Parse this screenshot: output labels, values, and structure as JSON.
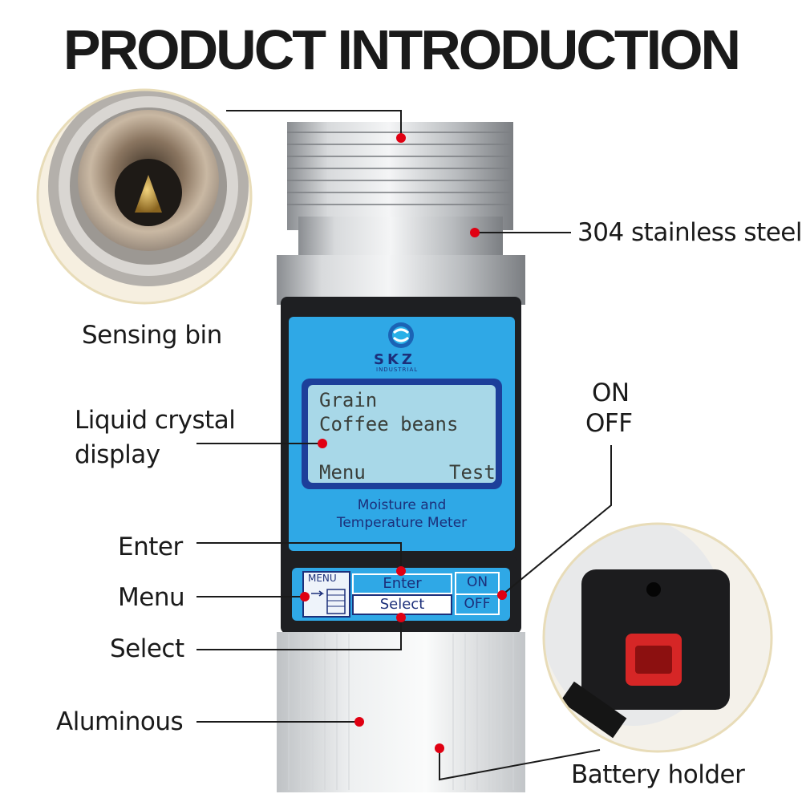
{
  "title": "PRODUCT INTRODUCTION",
  "brand": {
    "name": "SKZ",
    "sub": "INDUSTRIAL"
  },
  "lcd": {
    "line1": "Grain",
    "line2": "Coffee beans",
    "left_soft": "Menu",
    "right_soft": "Test"
  },
  "device_caption": {
    "line1": "Moisture and",
    "line2": "Temperature Meter"
  },
  "keypad": {
    "menu_key": "MENU",
    "enter_key": "Enter",
    "select_key": "Select",
    "on_key": "ON",
    "off_key": "OFF"
  },
  "callouts": {
    "sensing_bin": "Sensing bin",
    "steel": "304 stainless steel",
    "lcd_line1": "Liquid crystal",
    "lcd_line2": "display",
    "on": "ON",
    "off": "OFF",
    "enter": "Enter",
    "menu": "Menu",
    "select": "Select",
    "aluminous": "Aluminous",
    "battery": "Battery holder"
  },
  "colors": {
    "accent": "#e00012",
    "panel_blue": "#2fa8e6",
    "lcd_bg": "#a8d8e8",
    "text_dark": "#1a1a1a"
  }
}
